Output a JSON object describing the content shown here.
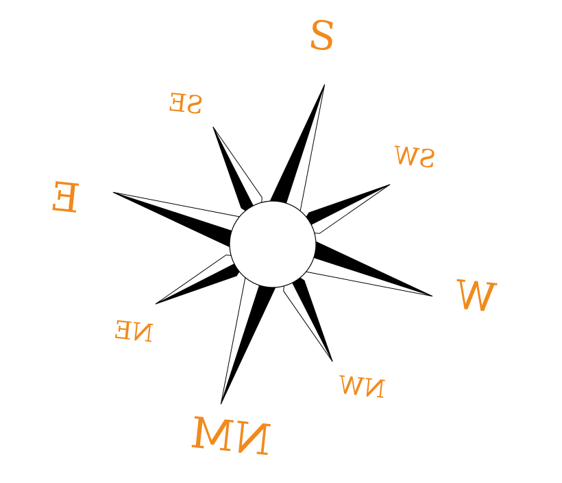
{
  "compass": {
    "labels": {
      "south": "S",
      "southwest": "SW",
      "west": "W",
      "northwest": "NW",
      "north": "NM",
      "northeast": "NE",
      "east": "E",
      "southeast": "SE"
    },
    "colors": {
      "label": "#f08a1c",
      "dark": "#000000",
      "light": "#ffffff",
      "outline": "#000000",
      "background": "#ffffff"
    }
  }
}
